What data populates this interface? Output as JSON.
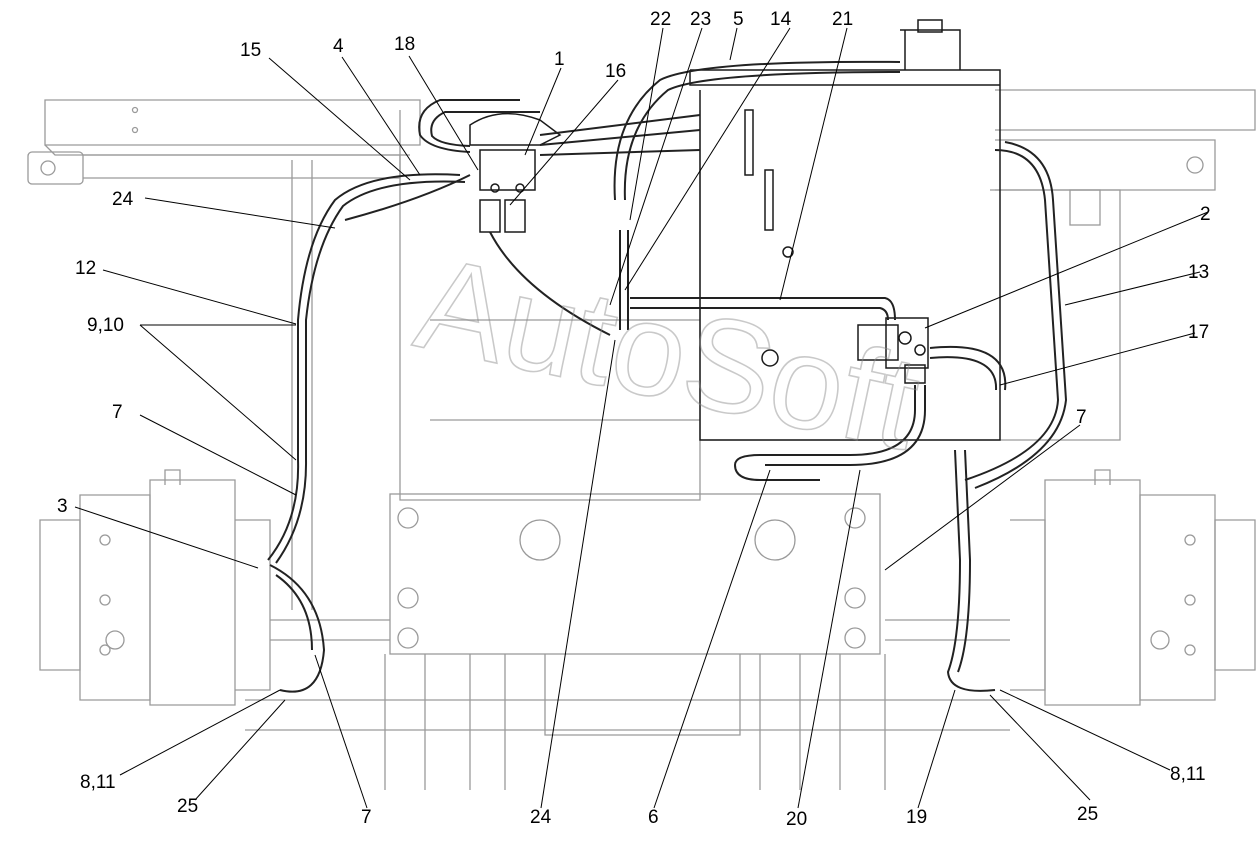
{
  "diagram": {
    "watermark": "AutoSoft",
    "callouts": [
      {
        "id": "1",
        "label": "1"
      },
      {
        "id": "15",
        "label": "15"
      },
      {
        "id": "4",
        "label": "4"
      },
      {
        "id": "18",
        "label": "18"
      },
      {
        "id": "16",
        "label": "16"
      },
      {
        "id": "22",
        "label": "22"
      },
      {
        "id": "23",
        "label": "23"
      },
      {
        "id": "5",
        "label": "5"
      },
      {
        "id": "14",
        "label": "14"
      },
      {
        "id": "21",
        "label": "21"
      },
      {
        "id": "24-top",
        "label": "24"
      },
      {
        "id": "12",
        "label": "12"
      },
      {
        "id": "9-10",
        "label": "9,10"
      },
      {
        "id": "7-left",
        "label": "7"
      },
      {
        "id": "3",
        "label": "3"
      },
      {
        "id": "2",
        "label": "2"
      },
      {
        "id": "13",
        "label": "13"
      },
      {
        "id": "17",
        "label": "17"
      },
      {
        "id": "7-right",
        "label": "7"
      },
      {
        "id": "8-11-left",
        "label": "8,11"
      },
      {
        "id": "25-left",
        "label": "25"
      },
      {
        "id": "7-bottom",
        "label": "7"
      },
      {
        "id": "24-bottom",
        "label": "24"
      },
      {
        "id": "6",
        "label": "6"
      },
      {
        "id": "20",
        "label": "20"
      },
      {
        "id": "19",
        "label": "19"
      },
      {
        "id": "25-right",
        "label": "25"
      },
      {
        "id": "8-11-right",
        "label": "8,11"
      }
    ]
  },
  "colors": {
    "outline": "#1a1a1a",
    "faint": "#9a9a9a",
    "hose": "#222222",
    "leader": "#000000"
  }
}
